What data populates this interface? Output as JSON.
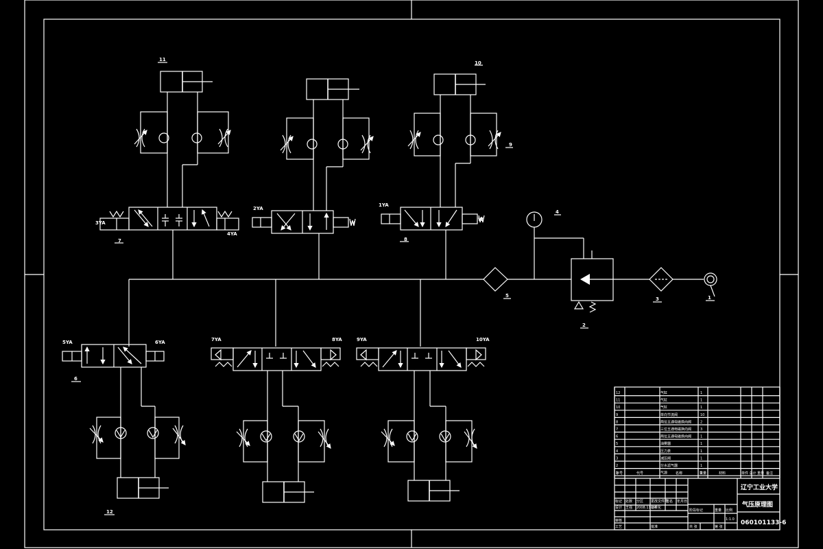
{
  "callouts": {
    "c1": "1",
    "c2": "2",
    "c3": "3",
    "c4": "4",
    "c5": "5",
    "c6": "6",
    "c7": "7",
    "c8": "8",
    "c9": "9",
    "c10": "10",
    "c11": "11",
    "c12": "12"
  },
  "solenoids": {
    "s1": "1YA",
    "s2": "2YA",
    "s3": "3YA",
    "s4": "4YA",
    "s5": "5YA",
    "s6": "6YA",
    "s7": "7YA",
    "s8": "8YA",
    "s9": "9YA",
    "s10": "10YA"
  },
  "spring_mark": "W",
  "title_block": {
    "university": "辽宁工业大学",
    "drawing_title": "气压原理图",
    "drawing_no": "060101133-6",
    "scale": "1:1.0",
    "header": {
      "no": "序号",
      "code": "代号",
      "name": "名称",
      "qty": "数量",
      "material": "材料",
      "weight": "单件 总计 重量",
      "remark": "备注"
    },
    "bom": [
      {
        "no": "12",
        "name": "气缸",
        "qty": "1"
      },
      {
        "no": "11",
        "name": "气缸",
        "qty": "1"
      },
      {
        "no": "10",
        "name": "气缸",
        "qty": "1"
      },
      {
        "no": "9",
        "name": "单向节流阀",
        "qty": "10"
      },
      {
        "no": "8",
        "name": "两位五通电磁换向阀",
        "qty": "2"
      },
      {
        "no": "7",
        "name": "三位五通电磁换向阀",
        "qty": "3"
      },
      {
        "no": "6",
        "name": "两位五通电磁换向阀",
        "qty": "1"
      },
      {
        "no": "5",
        "name": "油雾器",
        "qty": "1"
      },
      {
        "no": "4",
        "name": "压力表",
        "qty": "1"
      },
      {
        "no": "3",
        "name": "减压阀",
        "qty": "1"
      },
      {
        "no": "2",
        "name": "分水滤气器",
        "qty": "1"
      },
      {
        "no": "1",
        "name": "气源",
        "qty": "1"
      }
    ],
    "rev_row": [
      "标记",
      "处数",
      "分区",
      "更改文件号",
      "签名",
      "年月日"
    ],
    "design_row": [
      "设计",
      "王强",
      "2008.11.24",
      "标准化"
    ],
    "review": "审核",
    "process": "工艺",
    "approve": "批准",
    "stage": "阶段标记",
    "weight": "重量",
    "ratio": "比例",
    "total": "共 张",
    "sheet": "第 张"
  }
}
